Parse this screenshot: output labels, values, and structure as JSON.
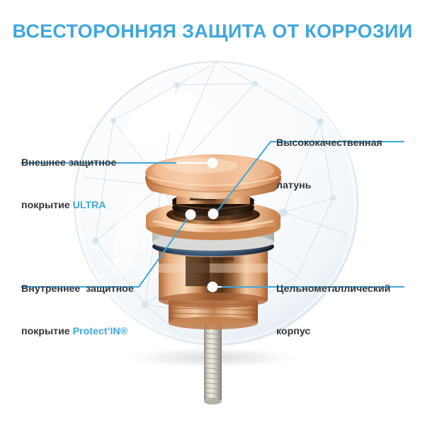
{
  "page": {
    "background_color": "#ffffff",
    "accent_color": "#3FA7DC",
    "text_color": "#33363B",
    "product_metal_color": "#E5A87B"
  },
  "header": {
    "title": "ВСЕСТОРОННЯЯ ЗАЩИТА ОТ КОРРОЗИИ"
  },
  "callouts": {
    "top_left": {
      "line1": "Внешнее защитное",
      "line2_prefix": "покрытие ",
      "line2_highlight": "ULTRA",
      "position": "top-left"
    },
    "bottom_left": {
      "line1": "Внутреннее  защитное",
      "line2_prefix": "покрытие ",
      "line2_highlight": "Protect’IN®",
      "position": "bottom-left"
    },
    "top_right": {
      "line1": "Высококачественная",
      "line2": "латунь",
      "position": "top-right"
    },
    "bottom_right": {
      "line1": "Цельнометаллический",
      "line2": "корпус",
      "position": "bottom-right"
    }
  },
  "illustration": {
    "sphere_label": "protective-sphere",
    "product_label": "push-button-drain-stopper",
    "parts": [
      "cap-dome",
      "cap-stem",
      "black-o-ring",
      "lower-flange-disc",
      "white-washer",
      "navy-o-ring",
      "copper-body",
      "threaded-rod"
    ]
  }
}
